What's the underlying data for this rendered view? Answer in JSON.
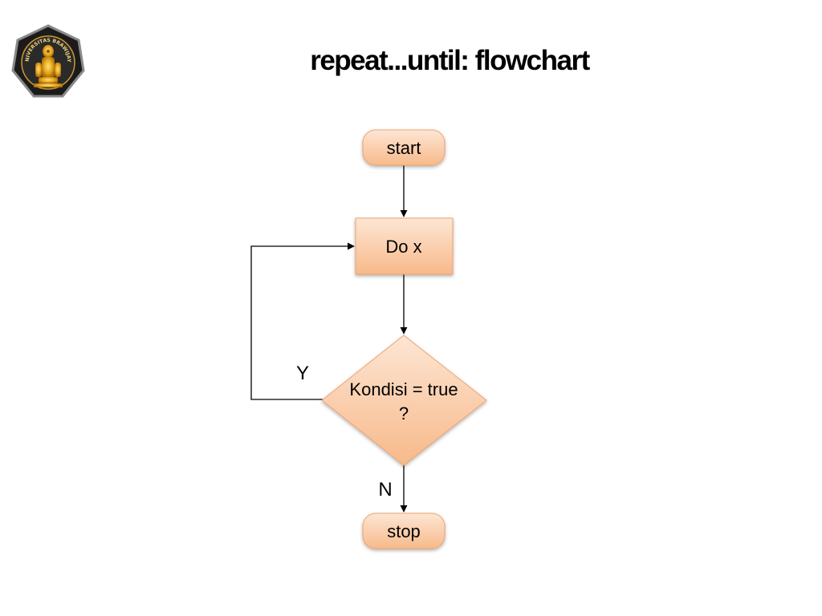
{
  "title": "repeat...until: flowchart",
  "logo": {
    "icon": "university-seal-icon",
    "text": "UNIVERSITAS BRAWIJAYA"
  },
  "flowchart": {
    "start_label": "start",
    "process_label": "Do x",
    "decision_line1": "Kondisi = true",
    "decision_line2": "?",
    "yes_label": "Y",
    "no_label": "N",
    "stop_label": "stop"
  },
  "colors": {
    "node_fill_light": "#fde3cf",
    "node_fill_dark": "#f7b98a",
    "node_stroke": "#f0a46e",
    "line": "#000000"
  }
}
